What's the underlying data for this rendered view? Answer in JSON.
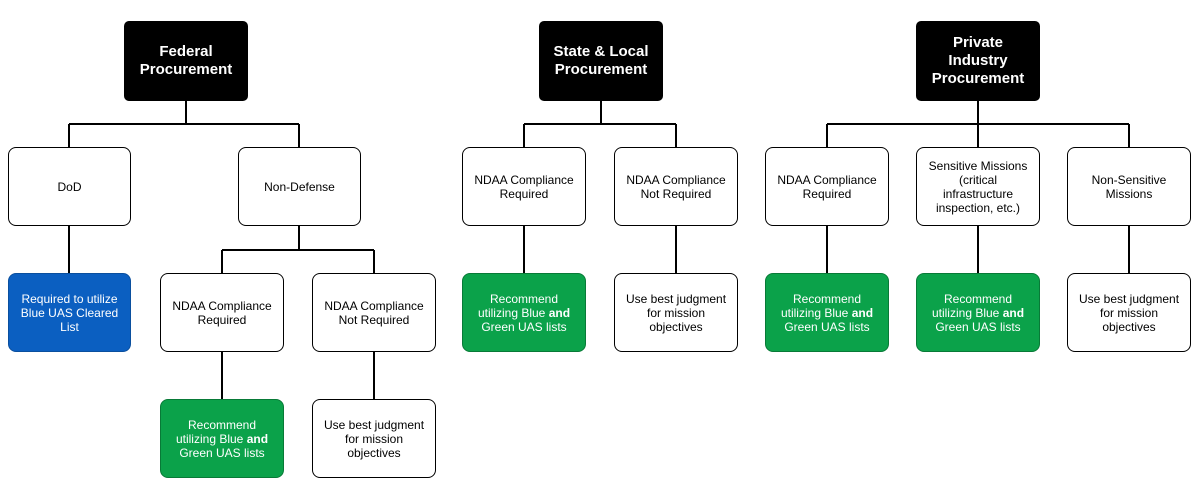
{
  "federal": {
    "title": "Federal Procurement",
    "dod": "DoD",
    "dod_result": "Required to utilize Blue UAS Cleared List",
    "non_defense": "Non-Defense",
    "ndaa_required": "NDAA Compliance Required",
    "ndaa_not_required": "NDAA Compliance Not Required",
    "rec_prefix": "Recommend utilizing Blue",
    "rec_and": "and",
    "rec_suffix": "Green UAS lists",
    "best": "Use best judgment for mission objectives"
  },
  "state": {
    "title": "State & Local Procurement",
    "ndaa_required": "NDAA Compliance Required",
    "ndaa_not_required": "NDAA Compliance Not Required",
    "rec_prefix": "Recommend utilizing Blue",
    "rec_and": "and",
    "rec_suffix": "Green UAS lists",
    "best": "Use best judgment for mission objectives"
  },
  "private": {
    "title": "Private Industry Procurement",
    "ndaa_required": "NDAA Compliance Required",
    "sensitive": "Sensitive Missions (critical infrastructure inspection, etc.)",
    "non_sensitive": "Non-Sensitive Missions",
    "rec1_prefix": "Recommend utilizing Blue",
    "rec1_and": "and",
    "rec1_suffix": "Green UAS lists",
    "rec2_prefix": "Recommend utilizing Blue",
    "rec2_and": "and",
    "rec2_suffix": "Green UAS lists",
    "best": "Use best judgment for mission objectives"
  },
  "colors": {
    "head": "#000000",
    "blue": "#0b5fc1",
    "green": "#0ba24a",
    "line": "#000000"
  }
}
